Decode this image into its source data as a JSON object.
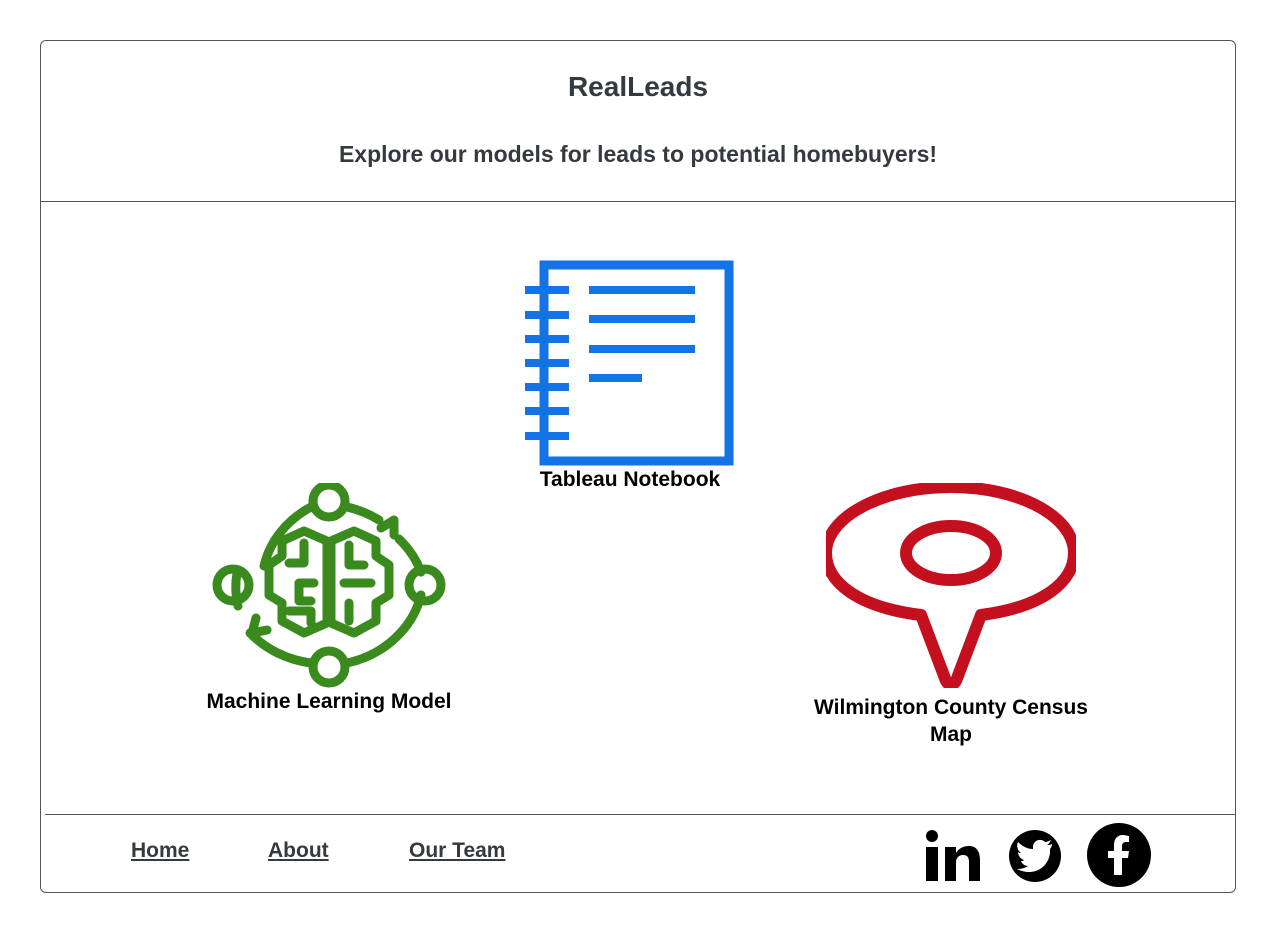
{
  "header": {
    "title": "RealLeads",
    "subtitle": "Explore our models for leads to potential homebuyers!"
  },
  "models": {
    "tableau": {
      "label": "Tableau Notebook",
      "icon": "notebook-icon",
      "color": "#1473e6"
    },
    "ml": {
      "label": "Machine Learning Model",
      "icon": "brain-cycle-icon",
      "color": "#3a8a1e"
    },
    "census": {
      "label": "Wilmington County Census Map",
      "icon": "map-pin-icon",
      "color": "#c4101e"
    }
  },
  "footer": {
    "nav": {
      "home": "Home",
      "about": "About",
      "team": "Our Team"
    },
    "social": [
      "linkedin-icon",
      "twitter-icon",
      "facebook-icon"
    ]
  }
}
